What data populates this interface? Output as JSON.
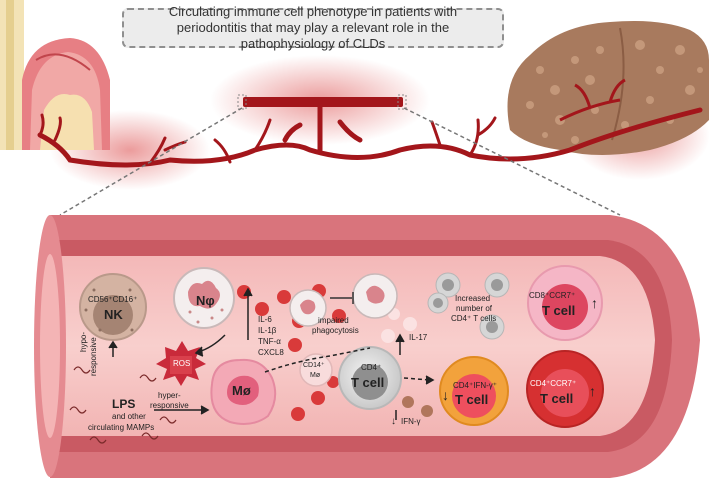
{
  "title": "Circulating immune cell phenotype in patients with periodontitis that may play a relevant role in the pathophysiology of CLDs",
  "cells": {
    "nk": {
      "marker": "CD56⁺CD16⁺",
      "name": "NK"
    },
    "neutrophil": {
      "name": "Nφ"
    },
    "macrophage": {
      "name": "Mø"
    },
    "monocyte": {
      "marker": "CD14⁺",
      "name": "Mø"
    },
    "cd4": {
      "marker": "CD4⁺",
      "name": "T cell"
    },
    "cd8": {
      "marker": "CD8⁺CCR7⁺",
      "name": "T cell",
      "arrow": "↑"
    },
    "th1": {
      "marker": "CD4⁺IFN-γ⁺",
      "name": "T cell",
      "arrow": "↓"
    },
    "cd4ccr7": {
      "marker": "CD4⁺CCR7⁺",
      "name": "T cell",
      "arrow": "↑"
    }
  },
  "labels": {
    "hypo": "hypo-",
    "responsive1": "responsive",
    "ros": "ROS",
    "lps": "LPS",
    "lps_sub1": "and other",
    "lps_sub2": "circulating MAMPs",
    "hyper": "hyper-",
    "responsive2": "responsive",
    "cytokines": [
      "IL-6",
      "IL-1β",
      "TNF-α",
      "CXCL8"
    ],
    "impaired1": "impaired",
    "impaired2": "phagocytosis",
    "il17": "IL-17",
    "ifng": "IFN-γ",
    "ifng_arrow": "↓",
    "increased1": "Increased",
    "increased2": "number of",
    "increased3": "CD4⁺ T cells"
  },
  "colors": {
    "vessel_wall": "#d9747c",
    "vessel_lumen": "#f6c3c1",
    "artery": "#a3161b",
    "rbc": "#d93a3a",
    "glow": "#f0a0a0",
    "liver": "#a87a5e",
    "gum": "#e07a82",
    "th1_cell": "#f2a23c",
    "cd4ccr7_cell": "#d63031"
  }
}
